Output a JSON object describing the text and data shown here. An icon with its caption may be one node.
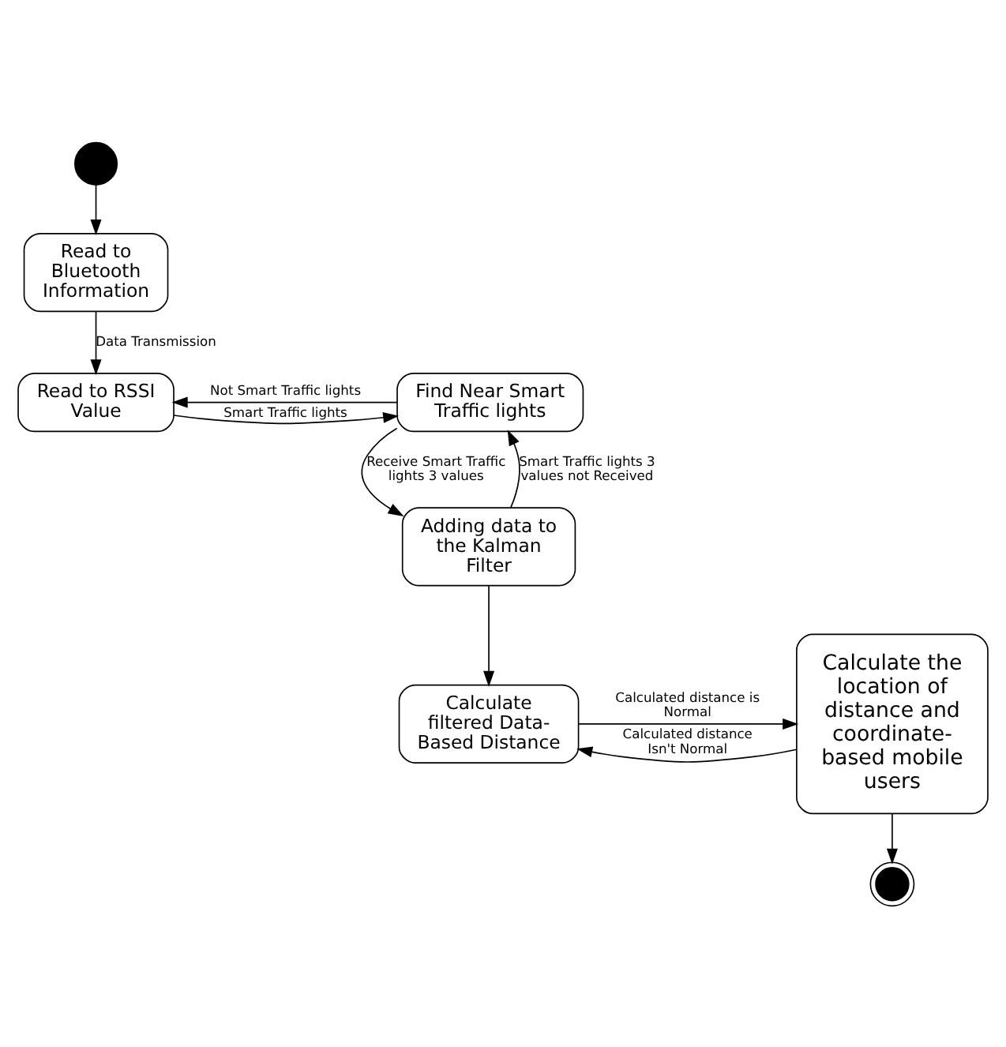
{
  "diagram": {
    "nodes": [
      {
        "text": [],
        "shape": "circle"
      },
      {
        "text": [
          "Read to Bluetooth Information"
        ]
      },
      {
        "text": [
          "Read to RSSI Value"
        ]
      },
      {
        "text": [
          "Find Near Smart Traffic lights"
        ]
      },
      {
        "text": [
          "Adding data to the Kalman Filter"
        ]
      },
      {
        "text": [
          "Calculate filtered Data-Based Distance"
        ]
      },
      {
        "text": [
          "Calculate the location of distance and coordinate-based mobile users"
        ]
      },
      {
        "text": [],
        "shape": "circle"
      }
    ],
    "edges": [
      {
        "from": 0,
        "to": 1,
        "arrow": "to"
      },
      {
        "from": 1,
        "to": 2,
        "arrow": "to",
        "label": "Data Transmission"
      },
      {
        "from": 2,
        "to": 3,
        "arrow": "to",
        "label": "Smart Traffic lights"
      },
      {
        "from": 3,
        "to": 2,
        "arrow": "to",
        "label": "Not Smart Traffic lights"
      },
      {
        "from": 3,
        "to": 4,
        "arrow": "to",
        "label": "Receive Smart Traffic lights 3 values"
      },
      {
        "from": 4,
        "to": 3,
        "arrow": "to",
        "label": "Smart Traffic lights 3 values not Received"
      },
      {
        "from": 4,
        "to": 5,
        "arrow": "to"
      },
      {
        "from": 5,
        "to": 6,
        "arrow": "to",
        "label": "Calculated distance is Normal"
      },
      {
        "from": 6,
        "to": 5,
        "arrow": "to",
        "label": "Calculated distance Isn't Normal"
      },
      {
        "from": 6,
        "to": 7,
        "arrow": "to"
      }
    ]
  }
}
